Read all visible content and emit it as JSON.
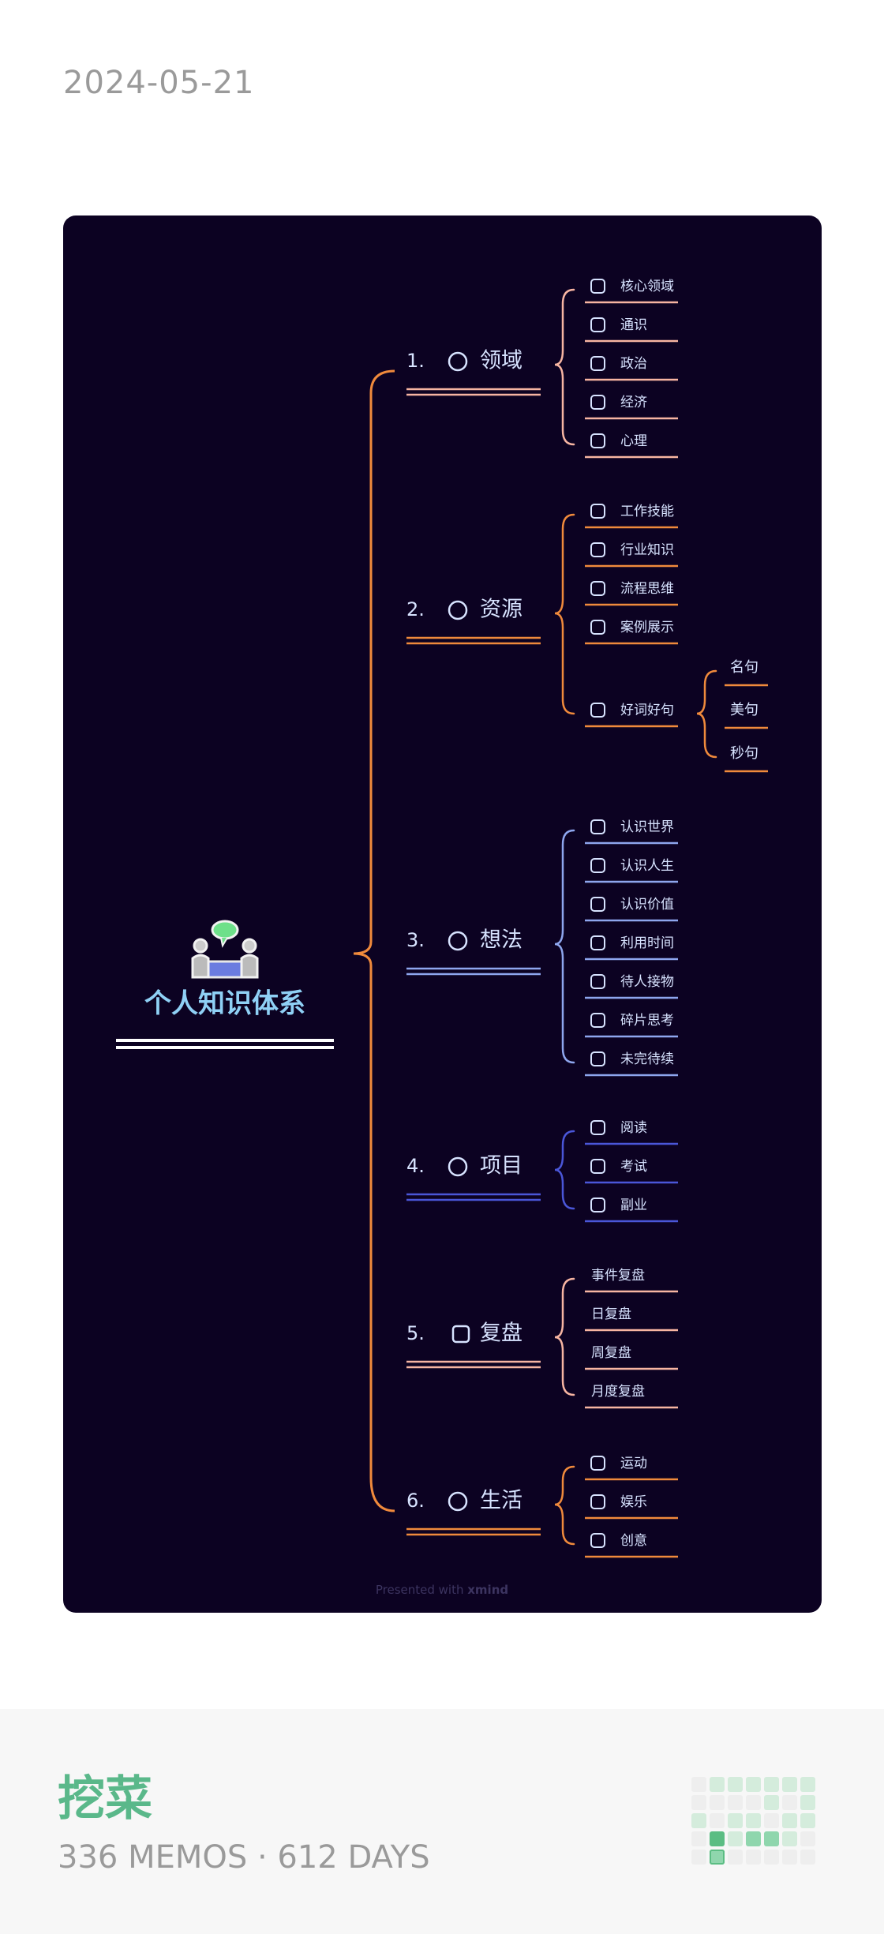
{
  "header": {
    "date": "2024-05-21"
  },
  "mindmap": {
    "root": {
      "label": "个人知识体系",
      "icon": "people-meeting-icon"
    },
    "branches": [
      {
        "number": "1.",
        "label": "领域",
        "color": "#f7b5a2",
        "marker": "circle",
        "children": [
          {
            "label": "核心领域",
            "checkbox": true
          },
          {
            "label": "通识",
            "checkbox": true
          },
          {
            "label": "政治",
            "checkbox": true
          },
          {
            "label": "经济",
            "checkbox": true
          },
          {
            "label": "心理",
            "checkbox": true
          }
        ]
      },
      {
        "number": "2.",
        "label": "资源",
        "color": "#f08a3c",
        "marker": "circle",
        "children": [
          {
            "label": "工作技能",
            "checkbox": true
          },
          {
            "label": "行业知识",
            "checkbox": true
          },
          {
            "label": "流程思维",
            "checkbox": true
          },
          {
            "label": "案例展示",
            "checkbox": true
          },
          {
            "label": "好词好句",
            "checkbox": true,
            "children": [
              {
                "label": "名句"
              },
              {
                "label": "美句"
              },
              {
                "label": "秒句"
              }
            ]
          }
        ]
      },
      {
        "number": "3.",
        "label": "想法",
        "color": "#8ea6ee",
        "marker": "circle",
        "children": [
          {
            "label": "认识世界",
            "checkbox": true
          },
          {
            "label": "认识人生",
            "checkbox": true
          },
          {
            "label": "认识价值",
            "checkbox": true
          },
          {
            "label": "利用时间",
            "checkbox": true
          },
          {
            "label": "待人接物",
            "checkbox": true
          },
          {
            "label": "碎片思考",
            "checkbox": true
          },
          {
            "label": "未完待续",
            "checkbox": true
          }
        ]
      },
      {
        "number": "4.",
        "label": "项目",
        "color": "#4a56d8",
        "marker": "circle",
        "children": [
          {
            "label": "阅读",
            "checkbox": true
          },
          {
            "label": "考试",
            "checkbox": true
          },
          {
            "label": "副业",
            "checkbox": true
          }
        ]
      },
      {
        "number": "5.",
        "label": "复盘",
        "color": "#f7b5a2",
        "marker": "square",
        "children": [
          {
            "label": "事件复盘",
            "checkbox": false
          },
          {
            "label": "日复盘",
            "checkbox": false
          },
          {
            "label": "周复盘",
            "checkbox": false
          },
          {
            "label": "月度复盘",
            "checkbox": false
          }
        ]
      },
      {
        "number": "6.",
        "label": "生活",
        "color": "#f08a3c",
        "marker": "circle",
        "children": [
          {
            "label": "运动",
            "checkbox": true
          },
          {
            "label": "娱乐",
            "checkbox": true
          },
          {
            "label": "创意",
            "checkbox": true
          }
        ]
      }
    ],
    "credit": {
      "prefix": "Presented with",
      "brand": "xmind"
    }
  },
  "colors": {
    "background": "#0c0222",
    "root_text": "#8fd0f5",
    "node_text": "#d7e3ff",
    "connector": "#f08a3c"
  },
  "footer": {
    "brand": "挖菜",
    "stats": "336 MEMOS · 612 DAYS",
    "heatmap": {
      "rows": 5,
      "cols": 7,
      "levels": [
        [
          0,
          1,
          1,
          1,
          1,
          1,
          1
        ],
        [
          0,
          0,
          0,
          0,
          1,
          0,
          1
        ],
        [
          1,
          0,
          1,
          1,
          0,
          1,
          1
        ],
        [
          0,
          3,
          1,
          2,
          2,
          1,
          0
        ],
        [
          0,
          2,
          0,
          0,
          0,
          0,
          0
        ]
      ],
      "palette": [
        "#eeeeee",
        "#d4ecdc",
        "#8fd6ad",
        "#5bbd83"
      ]
    }
  }
}
